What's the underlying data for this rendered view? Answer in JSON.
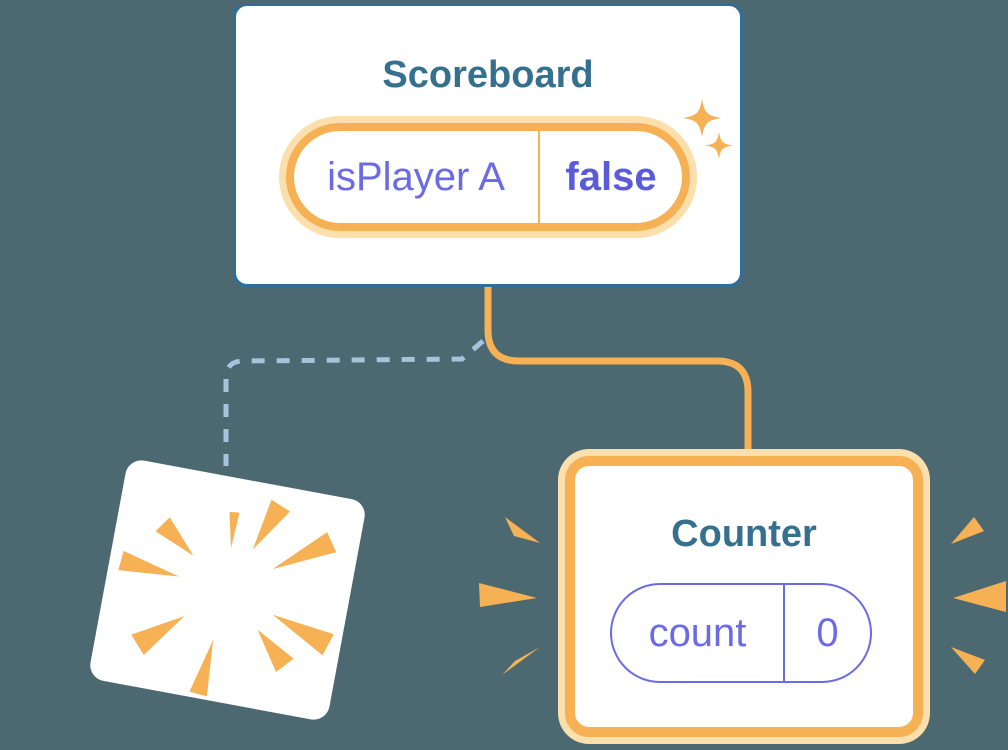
{
  "scoreboard": {
    "title": "Scoreboard",
    "state_name": "isPlayer A",
    "state_value": "false"
  },
  "counter": {
    "title": "Counter",
    "state_name": "count",
    "state_value": "0"
  },
  "icons": {
    "sparkles": "sparkles-icon",
    "poof_burst": "poof-burst-icon",
    "emphasis_left": "emphasis-burst-left-icon",
    "emphasis_right": "emphasis-burst-right-icon"
  },
  "colors": {
    "background": "#4C6971",
    "card_bg": "#FFFFFF",
    "scoreboard_border": "#2F6E99",
    "title_teal": "#35708F",
    "orange": "#F6B155",
    "orange_glow": "#FBDFAC",
    "purple": "#6B6BE5",
    "purple_value": "#5A5BD8",
    "dashed_line": "#A6C3DB"
  }
}
